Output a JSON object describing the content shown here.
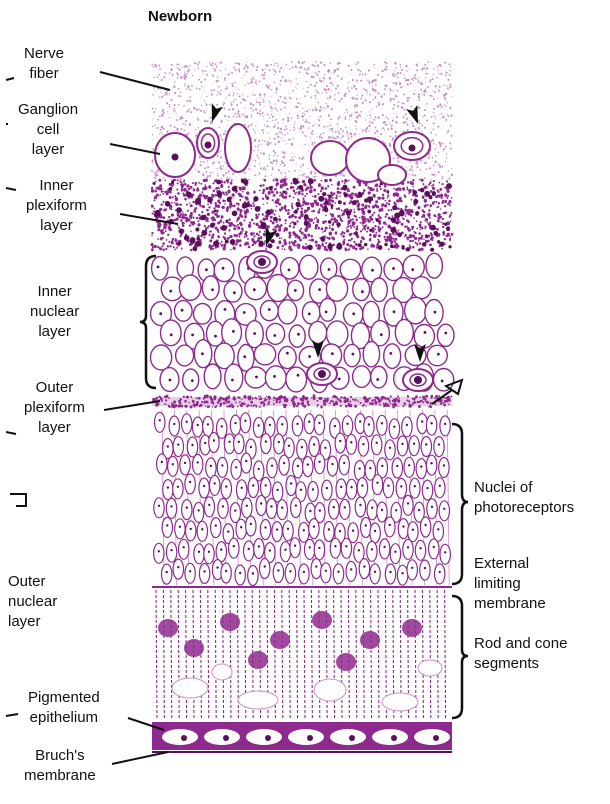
{
  "title": "Newborn",
  "colors": {
    "stain": "#8e2a8e",
    "stain_dark": "#5a0f5a",
    "stain_light": "#c98fc9",
    "ink": "#111111"
  },
  "labels_left": [
    {
      "id": "nerve-fiber",
      "text": "Nerve\nfiber"
    },
    {
      "id": "ganglion-cell-layer",
      "text": "Ganglion\ncell\nlayer"
    },
    {
      "id": "inner-plexiform-layer",
      "text": "Inner\nplexiform\nlayer"
    },
    {
      "id": "inner-nuclear-layer",
      "text": "Inner\nnuclear\nlayer"
    },
    {
      "id": "outer-plexiform-layer",
      "text": "Outer\nplexiform\nlayer"
    },
    {
      "id": "outer-nuclear-layer",
      "text": "Outer\nnuclear\nlayer"
    },
    {
      "id": "pigmented-epithelium",
      "text": "Pigmented\nepithelium"
    },
    {
      "id": "bruchs-membrane",
      "text": "Bruch's\nmembrane"
    }
  ],
  "labels_right": [
    {
      "id": "nuclei-of-photoreceptors",
      "text": "Nuclei of\nphotoreceptors"
    },
    {
      "id": "external-limiting-membrane",
      "text": "External\nlimiting\nmembrane"
    },
    {
      "id": "rod-and-cone-segments",
      "text": "Rod and cone\nsegments"
    }
  ]
}
